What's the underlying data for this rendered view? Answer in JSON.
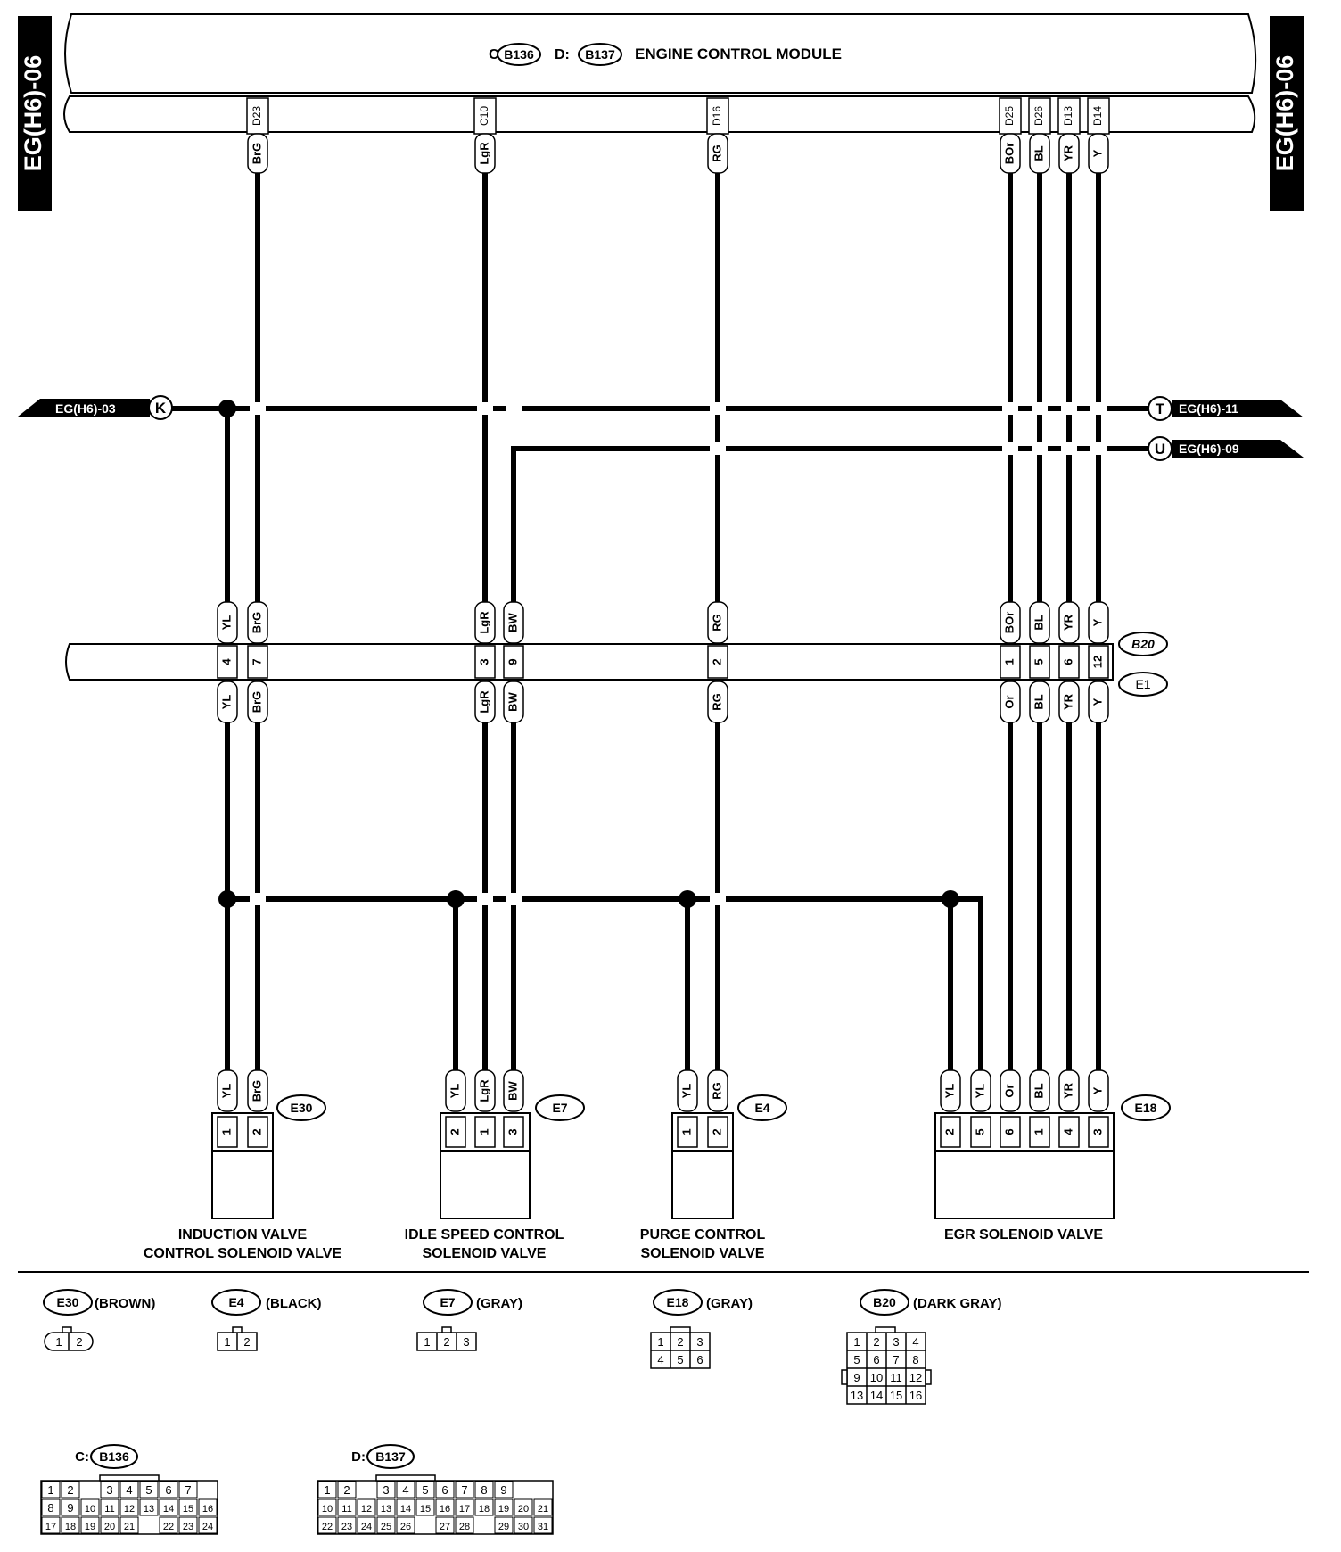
{
  "side_tab_left": "EG(H6)-06",
  "side_tab_right": "EG(H6)-06",
  "ecm": {
    "title": "ENGINE CONTROL MODULE",
    "prefix_c": "C:",
    "prefix_d": "D:",
    "conn_c": "B136",
    "conn_d": "B137"
  },
  "offpage": {
    "k": {
      "letter": "K",
      "label": "EG(H6)-03"
    },
    "t": {
      "letter": "T",
      "label": "EG(H6)-11"
    },
    "u": {
      "letter": "U",
      "label": "EG(H6)-09"
    }
  },
  "harness_connectors": {
    "b20": "B20",
    "e1": "E1"
  },
  "ecm_pins": [
    {
      "pin": "D23",
      "color": "BrG"
    },
    {
      "pin": "C10",
      "color": "LgR"
    },
    {
      "pin": "D16",
      "color": "RG"
    },
    {
      "pin": "D25",
      "color": "BOr"
    },
    {
      "pin": "D26",
      "color": "BL"
    },
    {
      "pin": "D13",
      "color": "YR"
    },
    {
      "pin": "D14",
      "color": "Y"
    }
  ],
  "b20_wires": [
    {
      "top": "YL",
      "pin": "4",
      "bottom": "YL"
    },
    {
      "top": "BrG",
      "pin": "7",
      "bottom": "BrG"
    },
    {
      "top": "LgR",
      "pin": "3",
      "bottom": "LgR"
    },
    {
      "top": "BW",
      "pin": "9",
      "bottom": "BW"
    },
    {
      "top": "RG",
      "pin": "2",
      "bottom": "RG"
    },
    {
      "top": "BOr",
      "pin": "1",
      "bottom": "Or"
    },
    {
      "top": "BL",
      "pin": "5",
      "bottom": "BL"
    },
    {
      "top": "YR",
      "pin": "6",
      "bottom": "YR"
    },
    {
      "top": "Y",
      "pin": "12",
      "bottom": "Y"
    }
  ],
  "components": [
    {
      "conn": "E30",
      "name_lines": [
        "INDUCTION VALVE",
        "CONTROL SOLENOID VALVE"
      ],
      "wires": [
        {
          "color": "YL",
          "pin": "1"
        },
        {
          "color": "BrG",
          "pin": "2"
        }
      ]
    },
    {
      "conn": "E7",
      "name_lines": [
        "IDLE SPEED CONTROL",
        "SOLENOID VALVE"
      ],
      "wires": [
        {
          "color": "YL",
          "pin": "2"
        },
        {
          "color": "LgR",
          "pin": "1"
        },
        {
          "color": "BW",
          "pin": "3"
        }
      ]
    },
    {
      "conn": "E4",
      "name_lines": [
        "PURGE CONTROL",
        "SOLENOID VALVE"
      ],
      "wires": [
        {
          "color": "YL",
          "pin": "1"
        },
        {
          "color": "RG",
          "pin": "2"
        }
      ]
    },
    {
      "conn": "E18",
      "name_lines": [
        "EGR SOLENOID VALVE"
      ],
      "wires": [
        {
          "color": "YL",
          "pin": "2"
        },
        {
          "color": "YL",
          "pin": "5"
        },
        {
          "color": "Or",
          "pin": "6"
        },
        {
          "color": "BL",
          "pin": "1"
        },
        {
          "color": "YR",
          "pin": "4"
        },
        {
          "color": "Y",
          "pin": "3"
        }
      ]
    }
  ],
  "legend": [
    {
      "conn": "E30",
      "color_name": "(BROWN)",
      "rows": [
        [
          "1",
          "2"
        ]
      ]
    },
    {
      "conn": "E4",
      "color_name": "(BLACK)",
      "rows": [
        [
          "1",
          "2"
        ]
      ]
    },
    {
      "conn": "E7",
      "color_name": "(GRAY)",
      "rows": [
        [
          "1",
          "2",
          "3"
        ]
      ]
    },
    {
      "conn": "E18",
      "color_name": "(GRAY)",
      "rows": [
        [
          "1",
          "2",
          "3"
        ],
        [
          "4",
          "5",
          "6"
        ]
      ]
    },
    {
      "conn": "B20",
      "color_name": "(DARK GRAY)",
      "rows": [
        [
          "1",
          "2",
          "3",
          "4"
        ],
        [
          "5",
          "6",
          "7",
          "8"
        ],
        [
          "9",
          "10",
          "11",
          "12"
        ],
        [
          "13",
          "14",
          "15",
          "16"
        ]
      ]
    }
  ],
  "ecm_connectors": [
    {
      "prefix": "C:",
      "conn": "B136",
      "rows": [
        [
          "1",
          "2",
          "",
          "3",
          "4",
          "5",
          "6",
          "7"
        ],
        [
          "8",
          "9",
          "10",
          "11",
          "12",
          "13",
          "14",
          "15",
          "16"
        ],
        [
          "17",
          "18",
          "19",
          "20",
          "21",
          "",
          "22",
          "23",
          "24"
        ]
      ]
    },
    {
      "prefix": "D:",
      "conn": "B137",
      "rows": [
        [
          "1",
          "2",
          "",
          "3",
          "4",
          "5",
          "6",
          "7",
          "8",
          "9"
        ],
        [
          "10",
          "11",
          "12",
          "13",
          "14",
          "15",
          "16",
          "17",
          "18",
          "19",
          "20",
          "21"
        ],
        [
          "22",
          "23",
          "24",
          "25",
          "26",
          "",
          "27",
          "28",
          "",
          "29",
          "30",
          "31"
        ]
      ]
    }
  ]
}
